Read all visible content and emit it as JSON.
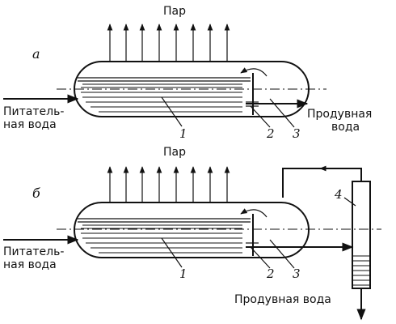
{
  "diagram_a": {
    "panel_letter": "а",
    "steam_label": "Пар",
    "feed_water_label_line1": "Питатель-",
    "feed_water_label_line2": "ная вода",
    "blowdown_label_line1": "Продувная",
    "blowdown_label_line2": "вода",
    "callout_1": "1",
    "callout_2": "2",
    "callout_3": "3"
  },
  "diagram_b": {
    "panel_letter": "б",
    "steam_label": "Пар",
    "feed_water_label_line1": "Питатель-",
    "feed_water_label_line2": "ная вода",
    "blowdown_label": "Продувная вода",
    "callout_1": "1",
    "callout_2": "2",
    "callout_3": "3",
    "callout_4": "4"
  }
}
